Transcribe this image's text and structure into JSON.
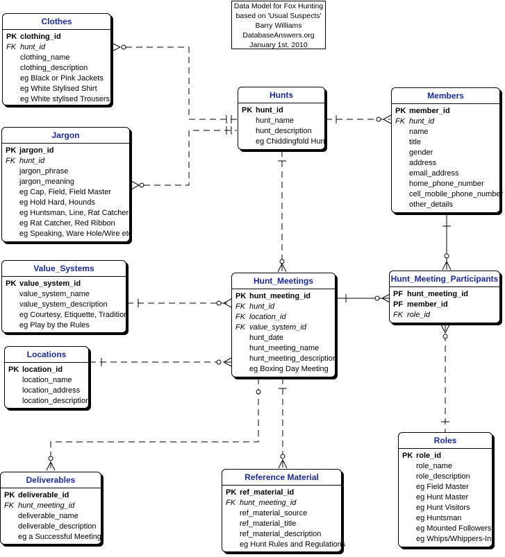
{
  "title_note": [
    "Data Model for Fox Hunting",
    "based on 'Usual Suspects'",
    "Barry Williams",
    "DatabaseAnswers.org",
    "January 1st. 2010"
  ],
  "entities": {
    "clothes": {
      "name": "Clothes",
      "rows": [
        {
          "key": "PK",
          "text": "clothing_id"
        },
        {
          "key": "FK",
          "text": "hunt_id"
        },
        {
          "key": "",
          "text": "clothing_name"
        },
        {
          "key": "",
          "text": "clothing_description"
        },
        {
          "key": "",
          "text": "eg Black or Pink Jackets"
        },
        {
          "key": "",
          "text": "eg White Stylised Shirt"
        },
        {
          "key": "",
          "text": "eg White stylised Trousers"
        }
      ]
    },
    "jargon": {
      "name": "Jargon",
      "rows": [
        {
          "key": "PK",
          "text": "jargon_id"
        },
        {
          "key": "FK",
          "text": "hunt_id"
        },
        {
          "key": "",
          "text": "jargon_phrase"
        },
        {
          "key": "",
          "text": "jargon_meaning"
        },
        {
          "key": "",
          "text": "eg Cap, Field, Field Master"
        },
        {
          "key": "",
          "text": "eg Hold Hard, Hounds"
        },
        {
          "key": "",
          "text": "eg Huntsman, Line, Rat Catcher"
        },
        {
          "key": "",
          "text": "eg Rat Catcher, Red Ribbon"
        },
        {
          "key": "",
          "text": "eg Speaking, Ware Hole/Wire etc"
        }
      ]
    },
    "hunts": {
      "name": "Hunts",
      "rows": [
        {
          "key": "PK",
          "text": "hunt_id"
        },
        {
          "key": "",
          "text": "hunt_name"
        },
        {
          "key": "",
          "text": "hunt_description"
        },
        {
          "key": "",
          "text": "eg Chiddingfold Hunt"
        }
      ]
    },
    "members": {
      "name": "Members",
      "rows": [
        {
          "key": "PK",
          "text": "member_id"
        },
        {
          "key": "FK",
          "text": "hunt_id"
        },
        {
          "key": "",
          "text": "name"
        },
        {
          "key": "",
          "text": "title"
        },
        {
          "key": "",
          "text": "gender"
        },
        {
          "key": "",
          "text": "address"
        },
        {
          "key": "",
          "text": "email_address"
        },
        {
          "key": "",
          "text": "home_phone_number"
        },
        {
          "key": "",
          "text": "cell_mobile_phone_number"
        },
        {
          "key": "",
          "text": "other_details"
        }
      ]
    },
    "value_systems": {
      "name": "Value_Systems",
      "rows": [
        {
          "key": "PK",
          "text": "value_system_id"
        },
        {
          "key": "",
          "text": "value_system_name"
        },
        {
          "key": "",
          "text": "value_system_description"
        },
        {
          "key": "",
          "text": "eg Courtesy, Etiquette, Tradition"
        },
        {
          "key": "",
          "text": "eg Play by the Rules"
        }
      ]
    },
    "hunt_meetings": {
      "name": "Hunt_Meetings",
      "rows": [
        {
          "key": "PK",
          "text": "hunt_meeting_id"
        },
        {
          "key": "FK",
          "text": "hunt_id"
        },
        {
          "key": "FK",
          "text": "location_id"
        },
        {
          "key": "FK",
          "text": "value_system_id"
        },
        {
          "key": "",
          "text": "hunt_date"
        },
        {
          "key": "",
          "text": "hunt_meeting_name"
        },
        {
          "key": "",
          "text": "hunt_meeting_description"
        },
        {
          "key": "",
          "text": "eg Boxing Day Meeting"
        }
      ]
    },
    "hunt_meeting_participants": {
      "name": "Hunt_Meeting_Participants",
      "rows": [
        {
          "key": "PF",
          "text": "hunt_meeting_id"
        },
        {
          "key": "PF",
          "text": "member_id"
        },
        {
          "key": "FK",
          "text": "role_id"
        }
      ]
    },
    "locations": {
      "name": "Locations",
      "rows": [
        {
          "key": "PK",
          "text": "location_id"
        },
        {
          "key": "",
          "text": "location_name"
        },
        {
          "key": "",
          "text": "location_address"
        },
        {
          "key": "",
          "text": "location_description"
        }
      ]
    },
    "deliverables": {
      "name": "Deliverables",
      "rows": [
        {
          "key": "PK",
          "text": "deliverable_id"
        },
        {
          "key": "FK",
          "text": "hunt_meeting_id"
        },
        {
          "key": "",
          "text": "deliverable_name"
        },
        {
          "key": "",
          "text": "deliverable_description"
        },
        {
          "key": "",
          "text": "eg a Successful Meeting"
        }
      ]
    },
    "reference_material": {
      "name": "Reference Material",
      "rows": [
        {
          "key": "PK",
          "text": "ref_material_id"
        },
        {
          "key": "FK",
          "text": "hunt_meeting_id"
        },
        {
          "key": "",
          "text": "ref_material_source"
        },
        {
          "key": "",
          "text": "ref_material_title"
        },
        {
          "key": "",
          "text": "ref_material_description"
        },
        {
          "key": "",
          "text": "eg Hunt Rules and Regulations"
        }
      ]
    },
    "roles": {
      "name": "Roles",
      "rows": [
        {
          "key": "PK",
          "text": "role_id"
        },
        {
          "key": "",
          "text": "role_name"
        },
        {
          "key": "",
          "text": "role_description"
        },
        {
          "key": "",
          "text": "eg Field Master"
        },
        {
          "key": "",
          "text": "eg Hunt Master"
        },
        {
          "key": "",
          "text": "eg Hunt Visitors"
        },
        {
          "key": "",
          "text": "eg Huntsman"
        },
        {
          "key": "",
          "text": "eg Mounted Followers"
        },
        {
          "key": "",
          "text": "eg Whips/Whippers-In"
        }
      ]
    }
  },
  "colors": {
    "entity_title": "#1a2a9e",
    "line": "#000000"
  }
}
